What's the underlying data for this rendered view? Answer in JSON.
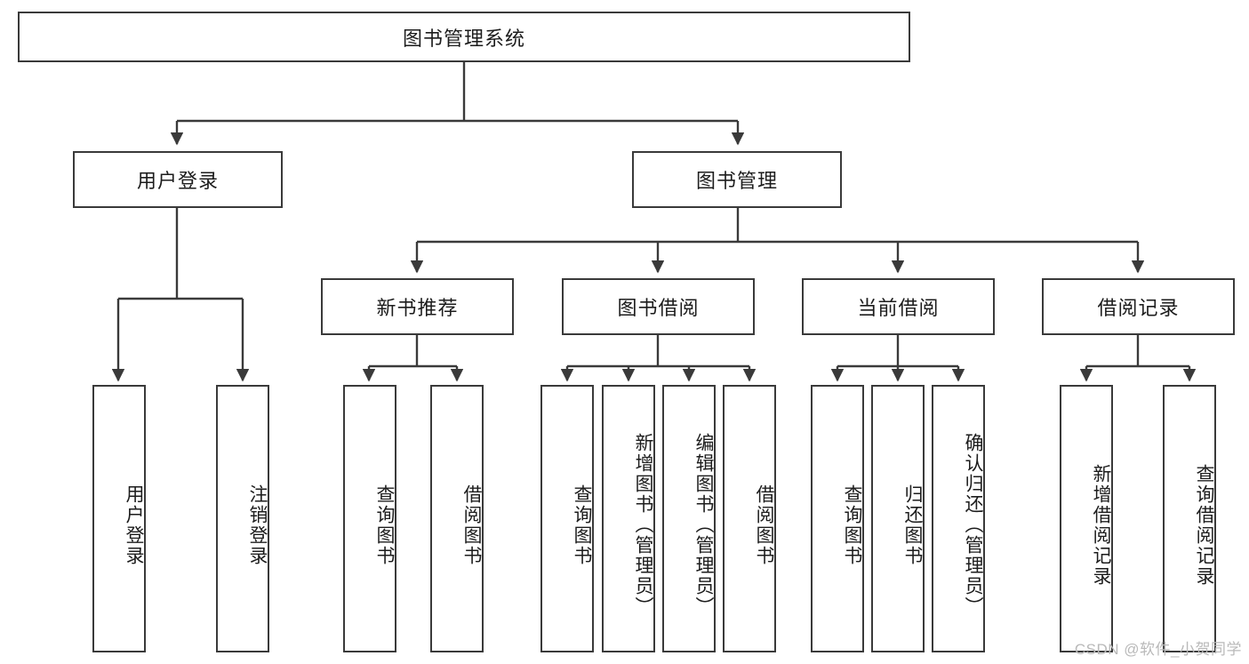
{
  "diagram": {
    "title": "图书管理系统",
    "root": {
      "label": "图书管理系统"
    },
    "level2": [
      {
        "label": "用户登录"
      },
      {
        "label": "图书管理"
      }
    ],
    "level3": [
      {
        "label": "新书推荐"
      },
      {
        "label": "图书借阅"
      },
      {
        "label": "当前借阅"
      },
      {
        "label": "借阅记录"
      }
    ],
    "leaves": {
      "user_login": [
        {
          "label": "用户登录"
        },
        {
          "label": "注销登录"
        }
      ],
      "new_book": [
        {
          "label": "查询图书"
        },
        {
          "label": "借阅图书"
        }
      ],
      "book_borrow": [
        {
          "label": "查询图书"
        },
        {
          "label": "新增图书（管理员）"
        },
        {
          "label": "编辑图书（管理员）"
        },
        {
          "label": "借阅图书"
        }
      ],
      "current_borrow": [
        {
          "label": "查询图书"
        },
        {
          "label": "归还图书"
        },
        {
          "label": "确认归还（管理员）"
        }
      ],
      "borrow_record": [
        {
          "label": "新增借阅记录"
        },
        {
          "label": "查询借阅记录"
        }
      ]
    }
  },
  "watermark": {
    "text": "CSDN @软件_小贺同学"
  },
  "colors": {
    "border": "#3a3a3a",
    "background": "#ffffff",
    "text": "#1c1c1c",
    "watermark": "#b9b9b9"
  }
}
